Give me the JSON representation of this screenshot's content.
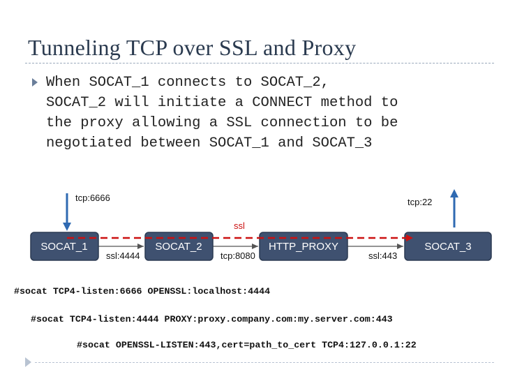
{
  "slide": {
    "title": "Tunneling TCP over SSL and Proxy",
    "bullet": "When SOCAT_1 connects to SOCAT_2,\nSOCAT_2 will initiate a CONNECT method to\nthe proxy allowing a SSL connection to be\nnegotiated between SOCAT_1 and SOCAT_3"
  },
  "diagram": {
    "nodes": {
      "socat1": "SOCAT_1",
      "socat2": "SOCAT_2",
      "proxy": "HTTP_PROXY",
      "socat3": "SOCAT_3"
    },
    "labels": {
      "in_port": "tcp:6666",
      "out_port": "tcp:22",
      "ssl_tunnel": "ssl",
      "ssl_4444": "ssl:4444",
      "tcp_8080": "tcp:8080",
      "ssl_443": "ssl:443"
    },
    "colors": {
      "node_fill": "#3f5170",
      "node_border": "#2b3a52",
      "arrow_blue": "#2f6ab2",
      "ssl_red": "#cc1111"
    }
  },
  "commands": {
    "cmd1": "#socat TCP4-listen:6666 OPENSSL:localhost:4444",
    "cmd2": "#socat TCP4-listen:4444 PROXY:proxy.company.com:my.server.com:443",
    "cmd3": "#socat OPENSSL-LISTEN:443,cert=path_to_cert TCP4:127.0.0.1:22"
  }
}
